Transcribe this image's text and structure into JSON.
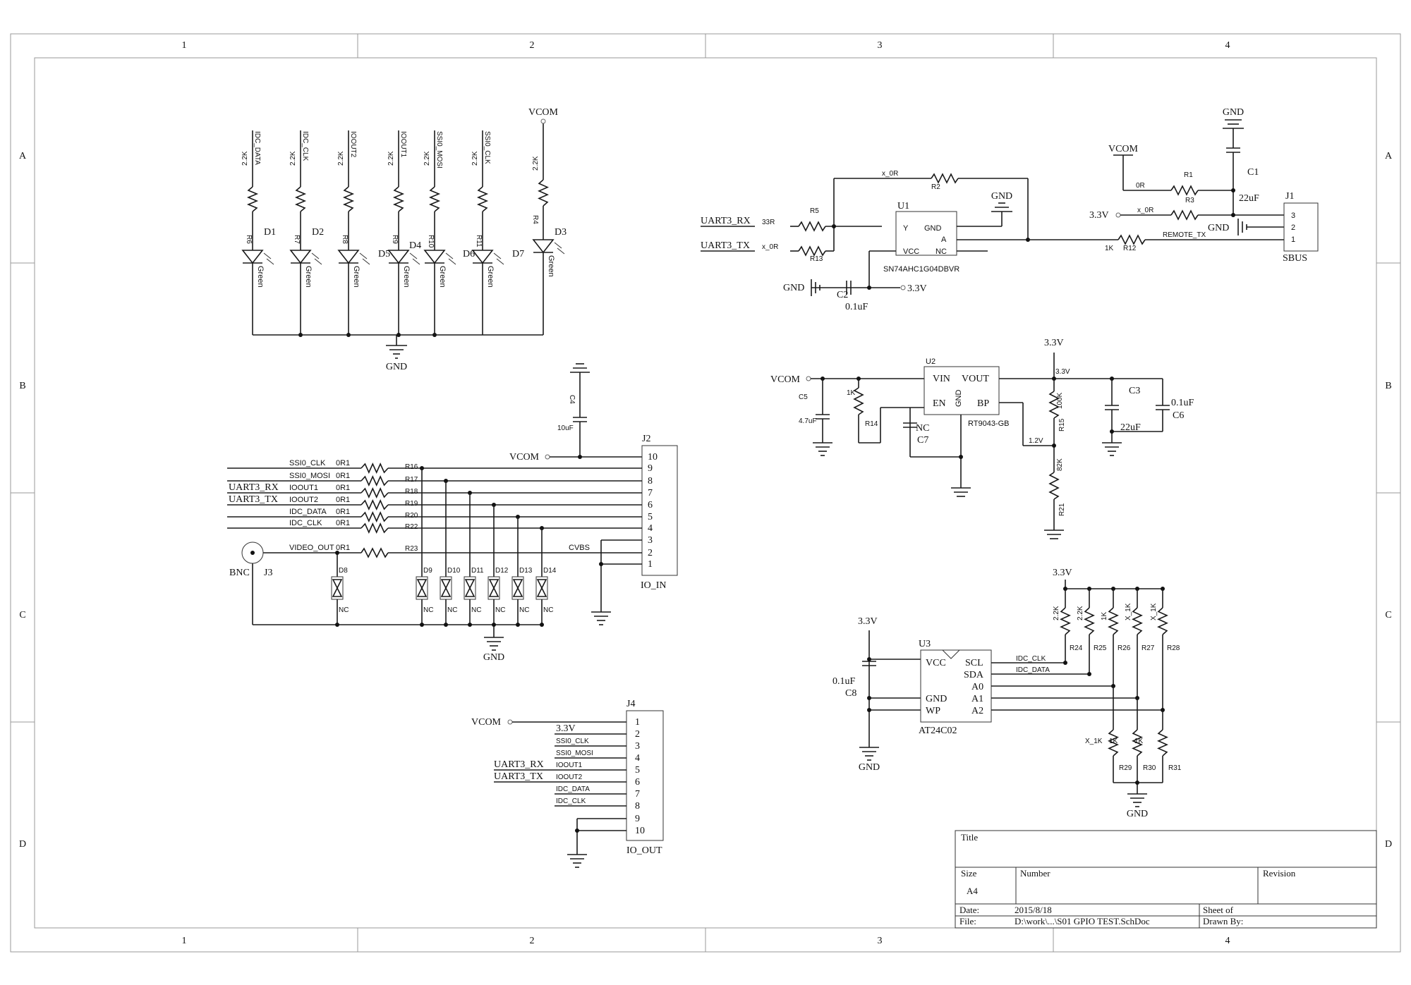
{
  "border": {
    "columns": [
      "1",
      "2",
      "3",
      "4"
    ],
    "rows": [
      "A",
      "B",
      "C",
      "D"
    ]
  },
  "title_block": {
    "title_label": "Title",
    "size_label": "Size",
    "size_value": "A4",
    "number_label": "Number",
    "revision_label": "Revision",
    "date_label": "Date:",
    "date_value": "2015/8/18",
    "file_label": "File:",
    "file_value": "D:\\work\\...\\S01 GPIO TEST.SchDoc",
    "sheet_label": "Sheet    of",
    "drawn_label": "Drawn By:"
  },
  "led_block": {
    "nets": [
      "IDC_DATA",
      "IDC_CLK",
      "IOOUT2",
      "IOOUT1",
      "SSI0_MOSI",
      "SSI0_CLK"
    ],
    "supply": "VCOM",
    "resistors": [
      {
        "ref": "R6",
        "value": "2.2K"
      },
      {
        "ref": "R7",
        "value": "2.2K"
      },
      {
        "ref": "R8",
        "value": "2.2K"
      },
      {
        "ref": "R9",
        "value": "2.2K"
      },
      {
        "ref": "R10",
        "value": "2.2K"
      },
      {
        "ref": "R11",
        "value": "2.2K"
      },
      {
        "ref": "R4",
        "value": "2.2K"
      }
    ],
    "leds": [
      {
        "ref": "D1",
        "color": "Green"
      },
      {
        "ref": "D2",
        "color": "Green"
      },
      {
        "ref": "D5",
        "color": "Green"
      },
      {
        "ref": "D4",
        "color": "Green"
      },
      {
        "ref": "D6",
        "color": "Green"
      },
      {
        "ref": "D7",
        "color": "Green"
      },
      {
        "ref": "D3",
        "color": "Green"
      }
    ],
    "ground": "GND"
  },
  "uart_block": {
    "rx_net": "UART3_RX",
    "tx_net": "UART3_TX",
    "r5": {
      "ref": "R5",
      "value": "33R"
    },
    "r13": {
      "ref": "R13",
      "value": "x_0R"
    },
    "r2": {
      "ref": "R2",
      "value": "x_0R"
    },
    "u1": {
      "ref": "U1",
      "part": "SN74AHC1G04DBVR",
      "pins": {
        "y": "Y",
        "gnd": "GND",
        "a": "A",
        "vcc": "VCC",
        "nc": "NC"
      }
    },
    "gnd_label": "GND",
    "c2": {
      "ref": "C2",
      "value": "0.1uF"
    },
    "v33": "3.3V",
    "r12": {
      "ref": "R12",
      "value": "1K"
    },
    "remote_tx": "REMOTE_TX"
  },
  "sbus_block": {
    "gnd_top": "GND",
    "vcom": "VCOM",
    "c1": {
      "ref": "C1",
      "value": "22uF"
    },
    "r1": {
      "ref": "R1",
      "value": "0R"
    },
    "r3": {
      "ref": "R3",
      "value": "x_0R"
    },
    "v33": "3.3V",
    "gnd": "GND",
    "j1": {
      "ref": "J1",
      "name": "SBUS",
      "pins": [
        "3",
        "2",
        "1"
      ]
    }
  },
  "regulator_block": {
    "v33_top": "3.3V",
    "vcom": "VCOM",
    "c5": {
      "ref": "C5",
      "value": "4.7uF"
    },
    "r14": {
      "ref": "R14",
      "value": "1K"
    },
    "u2": {
      "ref": "U2",
      "part": "RT9043-GB",
      "pins": {
        "vin": "VIN",
        "vout": "VOUT",
        "en": "EN",
        "gnd": "GND",
        "bp": "BP"
      }
    },
    "c7": {
      "ref": "C7",
      "value": "NC"
    },
    "vout_net": "3.3V",
    "adj_net": "1.2V",
    "r15": {
      "ref": "R15",
      "value": "100K"
    },
    "r21": {
      "ref": "R21",
      "value": "82K"
    },
    "c3": {
      "ref": "C3",
      "value": "22uF"
    },
    "c6": {
      "ref": "C6",
      "value": "0.1uF"
    }
  },
  "j2_block": {
    "c4": {
      "ref": "C4",
      "value": "10uF"
    },
    "vcom": "VCOM",
    "j2": {
      "ref": "J2",
      "name": "IO_IN",
      "pins": [
        "10",
        "9",
        "8",
        "7",
        "6",
        "5",
        "4",
        "3",
        "2",
        "1"
      ]
    },
    "rows": [
      {
        "left": "",
        "net": "SSI0_CLK",
        "value": "0R1",
        "ref": "R16"
      },
      {
        "left": "",
        "net": "SSI0_MOSI",
        "value": "0R1",
        "ref": "R17"
      },
      {
        "left": "UART3_RX",
        "net": "IOOUT1",
        "value": "0R1",
        "ref": "R18"
      },
      {
        "left": "UART3_TX",
        "net": "IOOUT2",
        "value": "0R1",
        "ref": "R19"
      },
      {
        "left": "",
        "net": "IDC_DATA",
        "value": "0R1",
        "ref": "R20"
      },
      {
        "left": "",
        "net": "IDC_CLK",
        "value": "0R1",
        "ref": "R22"
      }
    ],
    "video_row": {
      "net": "VIDEO_OUT",
      "value": "0R1",
      "ref": "R23",
      "cvbs": "CVBS"
    },
    "bnc": {
      "name": "BNC",
      "ref": "J3"
    },
    "tvs": [
      "D8",
      "D9",
      "D10",
      "D11",
      "D12",
      "D13",
      "D14"
    ],
    "nc": "NC",
    "gnd": "GND"
  },
  "j4_block": {
    "vcom": "VCOM",
    "j4": {
      "ref": "J4",
      "name": "IO_OUT",
      "pins": [
        "1",
        "2",
        "3",
        "4",
        "5",
        "6",
        "7",
        "8",
        "9",
        "10"
      ]
    },
    "nets": [
      "3.3V",
      "SSI0_CLK",
      "SSI0_MOSI",
      "IOOUT1",
      "IOOUT2",
      "IDC_DATA",
      "IDC_CLK"
    ],
    "uart_rx": "UART3_RX",
    "uart_tx": "UART3_TX"
  },
  "eeprom_block": {
    "v33_left": "3.3V",
    "v33_top": "3.3V",
    "c8": {
      "ref": "C8",
      "value": "0.1uF"
    },
    "u3": {
      "ref": "U3",
      "part": "AT24C02",
      "pins": {
        "vcc": "VCC",
        "gnd": "GND",
        "wp": "WP",
        "scl": "SCL",
        "sda": "SDA",
        "a0": "A0",
        "a1": "A1",
        "a2": "A2"
      }
    },
    "scl_net": "IDC_CLK",
    "sda_net": "IDC_DATA",
    "top_res": [
      {
        "ref": "R24",
        "value": "2.2K"
      },
      {
        "ref": "R25",
        "value": "2.2K"
      },
      {
        "ref": "R26",
        "value": "1K"
      },
      {
        "ref": "R27",
        "value": "X_1K"
      },
      {
        "ref": "R28",
        "value": "X_1K"
      }
    ],
    "bot_res": [
      {
        "ref": "R29",
        "value": "X_1K"
      },
      {
        "ref": "R30",
        "value": "1K"
      },
      {
        "ref": "R31",
        "value": "1K"
      }
    ],
    "gnd": "GND"
  }
}
